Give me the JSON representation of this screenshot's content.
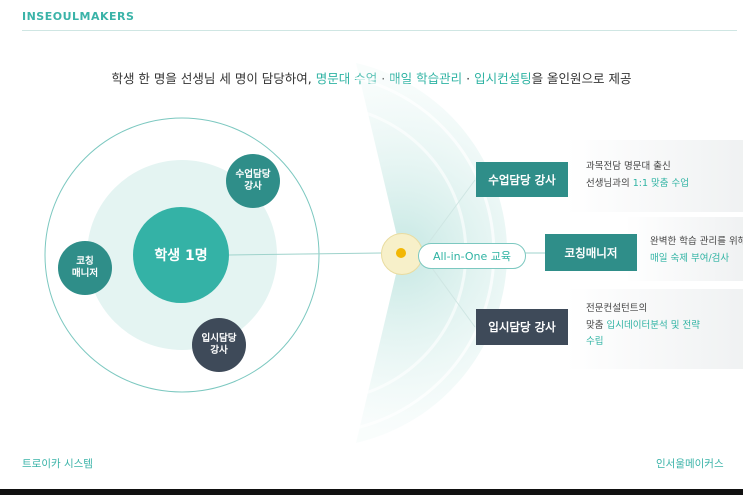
{
  "brand": "INSEOULMAKERS",
  "headline": {
    "before": "학생 한 명을 선생님 세 명이 담당하여, ",
    "h1": "명문대 수업",
    "sep1": " · ",
    "h2": "매일 학습관리",
    "sep2": " · ",
    "h3": "입시컨설팅",
    "after": "을 올인원으로 제공"
  },
  "center": {
    "student": "학생 1명",
    "hub_label": "All-in-One 교육"
  },
  "satellites": {
    "class_teacher": [
      "수업담당",
      "강사"
    ],
    "coaching_manager": [
      "코칭",
      "매니저"
    ],
    "admissions_teacher": [
      "입시담당",
      "강사"
    ]
  },
  "roles": [
    {
      "label": "수업담당 강사",
      "line1": "과목전담 명문대 출신",
      "line2_plain": "선생님과의 ",
      "line2_highlight": "1:1 맞춤 수업"
    },
    {
      "label": "코칭매니저",
      "line1": "완벽한 학습 관리를 위해",
      "line2_plain": "",
      "line2_highlight": "매일 숙제 부여/검사"
    },
    {
      "label": "입시담당 강사",
      "line1": "전문컨설턴트의",
      "line2_plain": "맞춤 ",
      "line2_highlight": "입시데이터분석 및 전략",
      "line3_highlight": "수립"
    }
  ],
  "footer": {
    "left": "트로이카 시스템",
    "right": "인서울메이커스"
  },
  "colors": {
    "teal": "#34b2a6",
    "dark_teal": "#2f8e89",
    "navy": "#3e4a59",
    "hub": "#f2b705"
  }
}
